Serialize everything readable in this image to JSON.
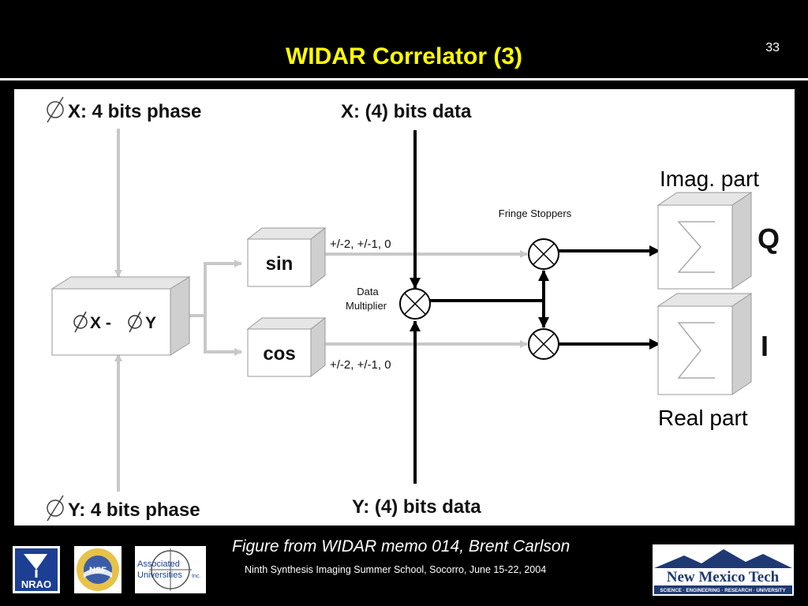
{
  "slide": {
    "title": "WIDAR Correlator (3)",
    "number": "33",
    "caption": "Figure from WIDAR memo 014, Brent Carlson",
    "footer": "Ninth Synthesis Imaging Summer School, Socorro, June 15-22, 2004"
  },
  "diagram": {
    "x_phase": "X: 4 bits phase",
    "y_phase": "Y: 4 bits phase",
    "x_data": "X: (4) bits data",
    "y_data": "Y: (4) bits data",
    "phase_diff_x": "X -",
    "phase_diff_y": "Y",
    "sin_label": "sin",
    "cos_label": "cos",
    "sin_values": "+/-2, +/-1, 0",
    "cos_values": "+/-2, +/-1, 0",
    "multiplier_line1": "Data",
    "multiplier_line2": "Multiplier",
    "fringe_stoppers": "Fringe Stoppers",
    "q_label": "Q",
    "i_label": "I",
    "imag_part": "Imag. part",
    "real_part": "Real part"
  },
  "logos": {
    "nrao": "NRAO",
    "nsf": "NSF",
    "aui_line1": "Associated",
    "aui_line2": "Universities",
    "aui_suffix": "Inc.",
    "nmt_name": "New Mexico Tech",
    "nmt_tagline": "SCIENCE · ENGINEERING · RESEARCH · UNIVERSITY"
  },
  "colors": {
    "title": "#ffff00",
    "background": "#000000",
    "gray_line": "#c8c8c8",
    "nrao_blue": "#1c3f94",
    "nmt_blue": "#1f3a73"
  }
}
